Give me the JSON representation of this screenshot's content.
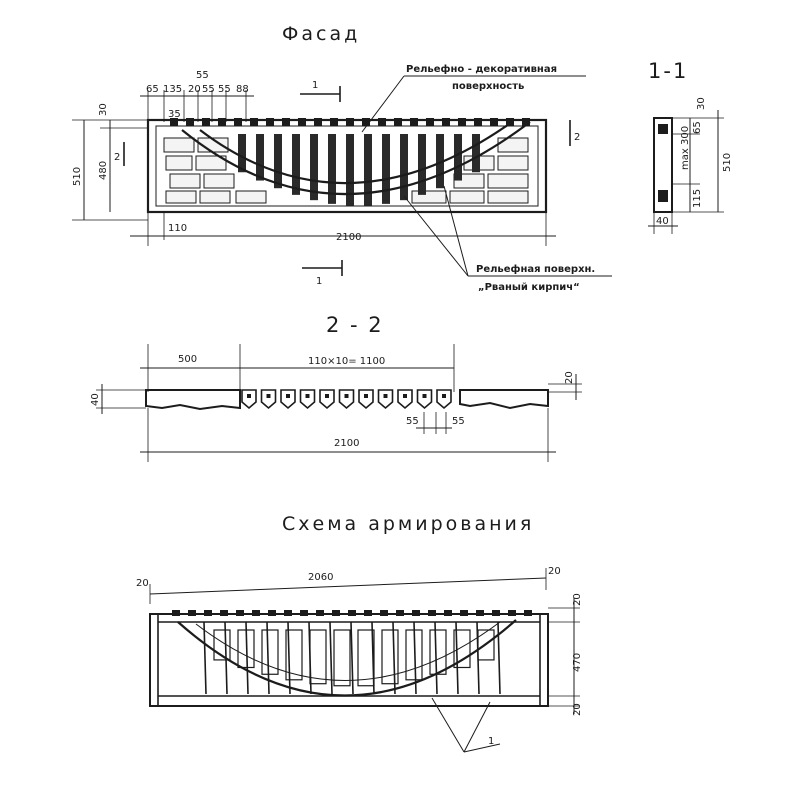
{
  "facade": {
    "title": "Фасад",
    "section_mark_1": "1",
    "leader_decorative": "Рельефно - декоративная",
    "leader_decorative_2": "поверхность",
    "leader_brick": "Рельефная поверхн.",
    "leader_brick_2": "„Рваный кирпич“",
    "dim_top": [
      "65",
      "135",
      "20",
      "55",
      "55",
      "88"
    ],
    "dim_top_55": "55",
    "dim_35": "35",
    "dim_left_30": "30",
    "dim_left_510": "510",
    "dim_left_480": "480",
    "mark_2": "2",
    "dim_110": "110",
    "dim_2100": "2100"
  },
  "section_1_1": {
    "title": "1-1",
    "dims": [
      "30",
      "65",
      "max 300",
      "115",
      "510",
      "40"
    ]
  },
  "section_2_2": {
    "title": "2 - 2",
    "dim_500": "500",
    "dim_pitch": "110×10= 1100",
    "dim_40": "40",
    "dim_20": "20",
    "dim_55a": "55",
    "dim_55b": "55",
    "dim_2100": "2100"
  },
  "reinforcement": {
    "title": "Схема армирования",
    "dim_20_left": "20",
    "dim_2060": "2060",
    "dim_20_right": "20",
    "dim_20_top": "20",
    "dim_470": "470",
    "dim_20_bottom": "20",
    "callout": "1"
  }
}
